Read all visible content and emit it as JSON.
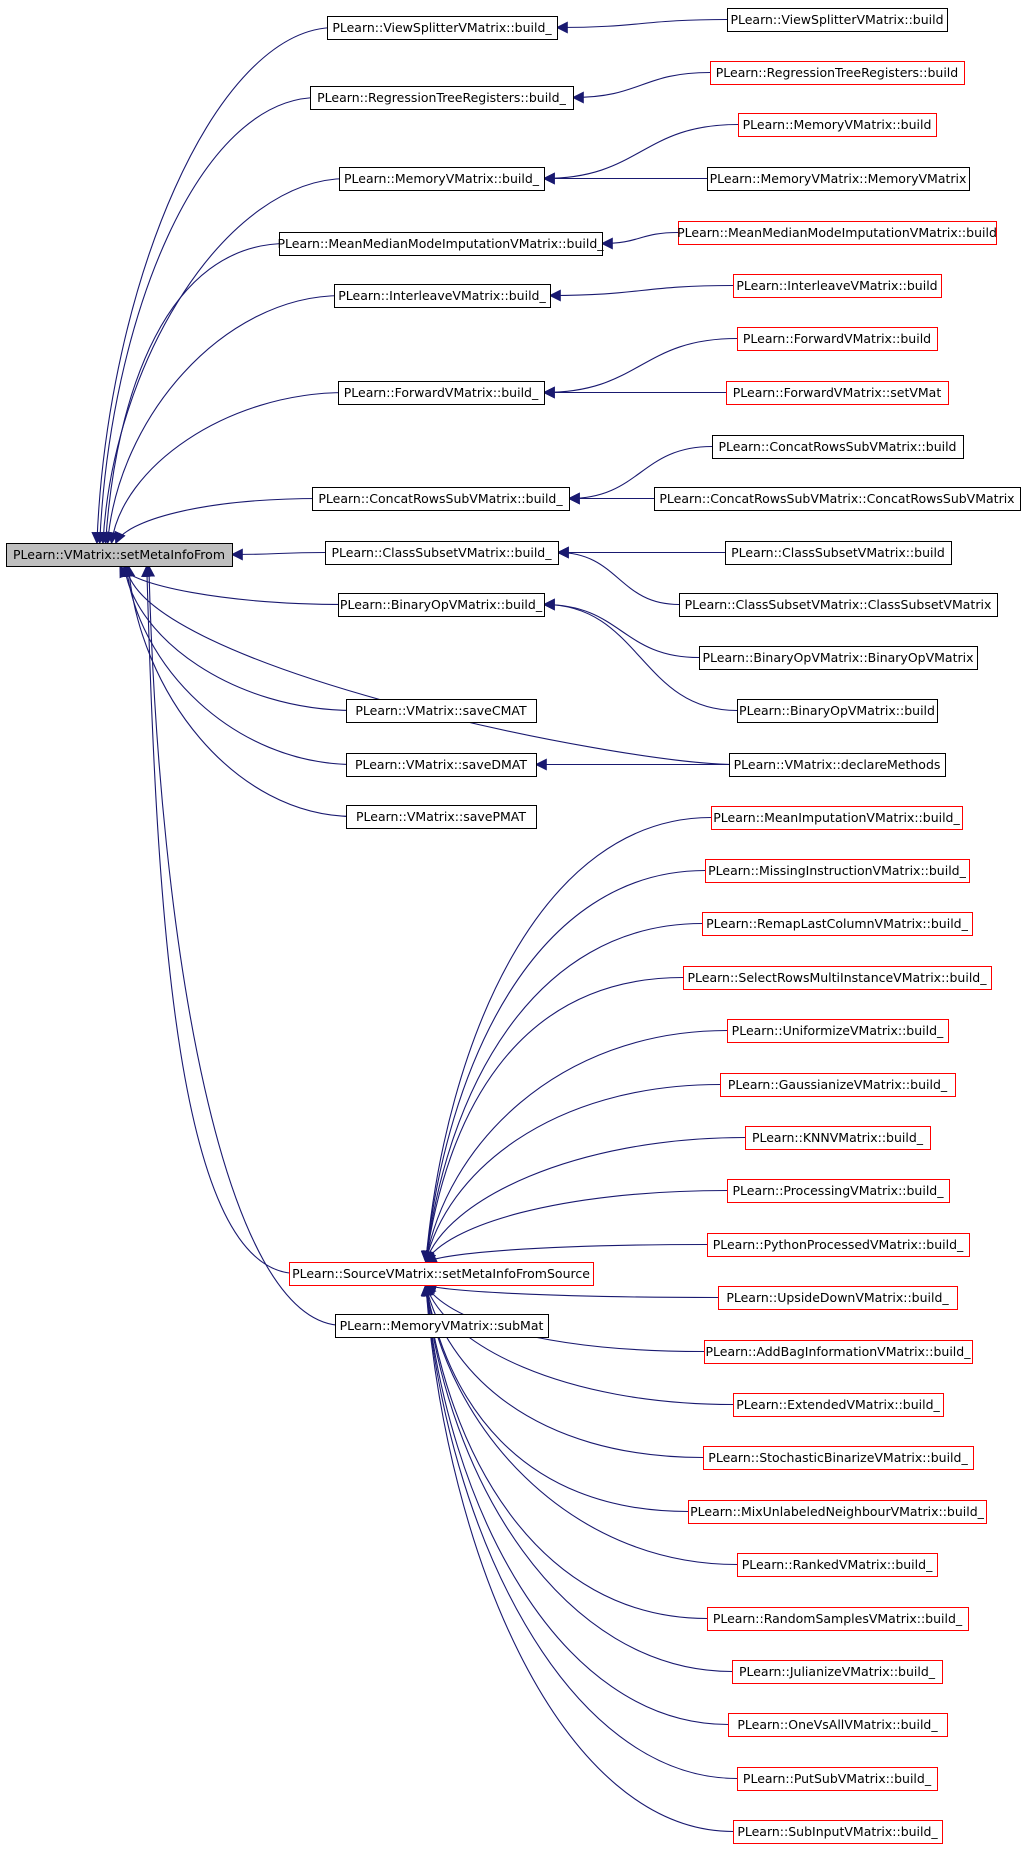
{
  "colors": {
    "edge": "#191970",
    "border_documented": "#000000",
    "border_undocumented": "#ff0000",
    "focus_fill": "#bfbfbf",
    "node_fill": "#ffffff"
  },
  "nodes": [
    {
      "id": "setMetaInfoFrom",
      "label": "PLearn::VMatrix::setMetaInfoFrom",
      "style": "focus"
    },
    {
      "id": "vsvm_b_",
      "label": "PLearn::ViewSplitterVMatrix::build_",
      "style": "black"
    },
    {
      "id": "rtr_b_",
      "label": "PLearn::RegressionTreeRegisters::build_",
      "style": "black"
    },
    {
      "id": "mem_b_",
      "label": "PLearn::MemoryVMatrix::build_",
      "style": "black"
    },
    {
      "id": "mmm_b_",
      "label": "PLearn::MeanMedianModeImputationVMatrix::build_",
      "style": "black"
    },
    {
      "id": "ilv_b_",
      "label": "PLearn::InterleaveVMatrix::build_",
      "style": "black"
    },
    {
      "id": "fwd_b_",
      "label": "PLearn::ForwardVMatrix::build_",
      "style": "black"
    },
    {
      "id": "crs_b_",
      "label": "PLearn::ConcatRowsSubVMatrix::build_",
      "style": "black"
    },
    {
      "id": "css_b_",
      "label": "PLearn::ClassSubsetVMatrix::build_",
      "style": "black"
    },
    {
      "id": "bop_b_",
      "label": "PLearn::BinaryOpVMatrix::build_",
      "style": "black"
    },
    {
      "id": "saveCMAT",
      "label": "PLearn::VMatrix::saveCMAT",
      "style": "black"
    },
    {
      "id": "saveDMAT",
      "label": "PLearn::VMatrix::saveDMAT",
      "style": "black"
    },
    {
      "id": "savePMAT",
      "label": "PLearn::VMatrix::savePMAT",
      "style": "black"
    },
    {
      "id": "src_smif",
      "label": "PLearn::SourceVMatrix::setMetaInfoFromSource",
      "style": "red"
    },
    {
      "id": "mem_subMat",
      "label": "PLearn::MemoryVMatrix::subMat",
      "style": "black"
    },
    {
      "id": "vsvm_b",
      "label": "PLearn::ViewSplitterVMatrix::build",
      "style": "black"
    },
    {
      "id": "rtr_b",
      "label": "PLearn::RegressionTreeRegisters::build",
      "style": "red"
    },
    {
      "id": "mem_b",
      "label": "PLearn::MemoryVMatrix::build",
      "style": "red"
    },
    {
      "id": "mem_ctor",
      "label": "PLearn::MemoryVMatrix::MemoryVMatrix",
      "style": "black"
    },
    {
      "id": "mmm_b",
      "label": "PLearn::MeanMedianModeImputationVMatrix::build",
      "style": "red"
    },
    {
      "id": "ilv_b",
      "label": "PLearn::InterleaveVMatrix::build",
      "style": "red"
    },
    {
      "id": "fwd_b",
      "label": "PLearn::ForwardVMatrix::build",
      "style": "red"
    },
    {
      "id": "fwd_set",
      "label": "PLearn::ForwardVMatrix::setVMat",
      "style": "red"
    },
    {
      "id": "crs_b",
      "label": "PLearn::ConcatRowsSubVMatrix::build",
      "style": "black"
    },
    {
      "id": "crs_ctor",
      "label": "PLearn::ConcatRowsSubVMatrix::ConcatRowsSubVMatrix",
      "style": "black"
    },
    {
      "id": "css_b",
      "label": "PLearn::ClassSubsetVMatrix::build",
      "style": "black"
    },
    {
      "id": "css_ctor",
      "label": "PLearn::ClassSubsetVMatrix::ClassSubsetVMatrix",
      "style": "black"
    },
    {
      "id": "bop_ctor",
      "label": "PLearn::BinaryOpVMatrix::BinaryOpVMatrix",
      "style": "black"
    },
    {
      "id": "bop_b",
      "label": "PLearn::BinaryOpVMatrix::build",
      "style": "black"
    },
    {
      "id": "declareMethods",
      "label": "PLearn::VMatrix::declareMethods",
      "style": "black"
    },
    {
      "id": "r1",
      "label": "PLearn::MeanImputationVMatrix::build_",
      "style": "red"
    },
    {
      "id": "r2",
      "label": "PLearn::MissingInstructionVMatrix::build_",
      "style": "red"
    },
    {
      "id": "r3",
      "label": "PLearn::RemapLastColumnVMatrix::build_",
      "style": "red"
    },
    {
      "id": "r4",
      "label": "PLearn::SelectRowsMultiInstanceVMatrix::build_",
      "style": "red"
    },
    {
      "id": "r5",
      "label": "PLearn::UniformizeVMatrix::build_",
      "style": "red"
    },
    {
      "id": "r6",
      "label": "PLearn::GaussianizeVMatrix::build_",
      "style": "red"
    },
    {
      "id": "r7",
      "label": "PLearn::KNNVMatrix::build_",
      "style": "red"
    },
    {
      "id": "r8",
      "label": "PLearn::ProcessingVMatrix::build_",
      "style": "red"
    },
    {
      "id": "r9",
      "label": "PLearn::PythonProcessedVMatrix::build_",
      "style": "red"
    },
    {
      "id": "r10",
      "label": "PLearn::UpsideDownVMatrix::build_",
      "style": "red"
    },
    {
      "id": "r11",
      "label": "PLearn::AddBagInformationVMatrix::build_",
      "style": "red"
    },
    {
      "id": "r12",
      "label": "PLearn::ExtendedVMatrix::build_",
      "style": "red"
    },
    {
      "id": "r13",
      "label": "PLearn::StochasticBinarizeVMatrix::build_",
      "style": "red"
    },
    {
      "id": "r14",
      "label": "PLearn::MixUnlabeledNeighbourVMatrix::build_",
      "style": "red"
    },
    {
      "id": "r15",
      "label": "PLearn::RankedVMatrix::build_",
      "style": "red"
    },
    {
      "id": "r16",
      "label": "PLearn::RandomSamplesVMatrix::build_",
      "style": "red"
    },
    {
      "id": "r17",
      "label": "PLearn::JulianizeVMatrix::build_",
      "style": "red"
    },
    {
      "id": "r18",
      "label": "PLearn::OneVsAllVMatrix::build_",
      "style": "red"
    },
    {
      "id": "r19",
      "label": "PLearn::PutSubVMatrix::build_",
      "style": "red"
    },
    {
      "id": "r20",
      "label": "PLearn::SubInputVMatrix::build_",
      "style": "red"
    }
  ],
  "edges": [
    [
      "vsvm_b_",
      "setMetaInfoFrom"
    ],
    [
      "rtr_b_",
      "setMetaInfoFrom"
    ],
    [
      "mem_b_",
      "setMetaInfoFrom"
    ],
    [
      "mmm_b_",
      "setMetaInfoFrom"
    ],
    [
      "ilv_b_",
      "setMetaInfoFrom"
    ],
    [
      "fwd_b_",
      "setMetaInfoFrom"
    ],
    [
      "crs_b_",
      "setMetaInfoFrom"
    ],
    [
      "css_b_",
      "setMetaInfoFrom"
    ],
    [
      "bop_b_",
      "setMetaInfoFrom"
    ],
    [
      "declareMethods",
      "setMetaInfoFrom"
    ],
    [
      "saveCMAT",
      "setMetaInfoFrom"
    ],
    [
      "saveDMAT",
      "setMetaInfoFrom"
    ],
    [
      "savePMAT",
      "setMetaInfoFrom"
    ],
    [
      "src_smif",
      "setMetaInfoFrom"
    ],
    [
      "mem_subMat",
      "setMetaInfoFrom"
    ],
    [
      "vsvm_b",
      "vsvm_b_"
    ],
    [
      "rtr_b",
      "rtr_b_"
    ],
    [
      "mem_b",
      "mem_b_"
    ],
    [
      "mem_ctor",
      "mem_b_"
    ],
    [
      "mmm_b",
      "mmm_b_"
    ],
    [
      "ilv_b",
      "ilv_b_"
    ],
    [
      "fwd_b",
      "fwd_b_"
    ],
    [
      "fwd_set",
      "fwd_b_"
    ],
    [
      "crs_b",
      "crs_b_"
    ],
    [
      "crs_ctor",
      "crs_b_"
    ],
    [
      "css_b",
      "css_b_"
    ],
    [
      "css_ctor",
      "css_b_"
    ],
    [
      "bop_ctor",
      "bop_b_"
    ],
    [
      "bop_b",
      "bop_b_"
    ],
    [
      "declareMethods",
      "saveDMAT"
    ],
    [
      "r1",
      "src_smif"
    ],
    [
      "r2",
      "src_smif"
    ],
    [
      "r3",
      "src_smif"
    ],
    [
      "r4",
      "src_smif"
    ],
    [
      "r5",
      "src_smif"
    ],
    [
      "r6",
      "src_smif"
    ],
    [
      "r7",
      "src_smif"
    ],
    [
      "r8",
      "src_smif"
    ],
    [
      "r9",
      "src_smif"
    ],
    [
      "r10",
      "src_smif"
    ],
    [
      "r11",
      "src_smif"
    ],
    [
      "r12",
      "src_smif"
    ],
    [
      "r13",
      "src_smif"
    ],
    [
      "r14",
      "src_smif"
    ],
    [
      "r15",
      "src_smif"
    ],
    [
      "r16",
      "src_smif"
    ],
    [
      "r17",
      "src_smif"
    ],
    [
      "r18",
      "src_smif"
    ],
    [
      "r19",
      "src_smif"
    ],
    [
      "r20",
      "src_smif"
    ]
  ]
}
